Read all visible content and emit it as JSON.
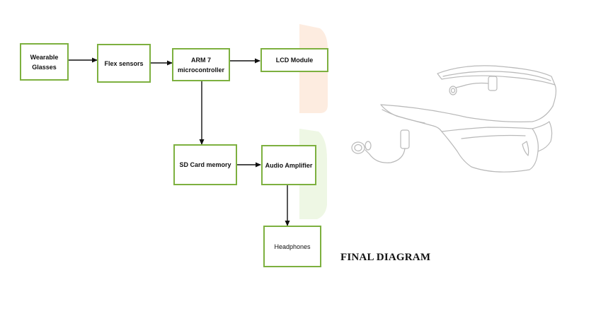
{
  "diagram": {
    "blocks": {
      "wearable_glasses": "Wearable\nGlasses",
      "flex_sensors": "Flex sensors",
      "arm7": "ARM 7\nmicrocontroller",
      "lcd": "LCD Module",
      "sd_card": "SD Card memory",
      "audio_amp": "Audio Amplifier",
      "headphones": "Headphones"
    },
    "caption": "FINAL DIAGRAM",
    "colors": {
      "block_border": "#7db03f",
      "arrow": "#111111"
    }
  },
  "illustration": {
    "icon": "smart-glasses-with-earphones-icon"
  }
}
